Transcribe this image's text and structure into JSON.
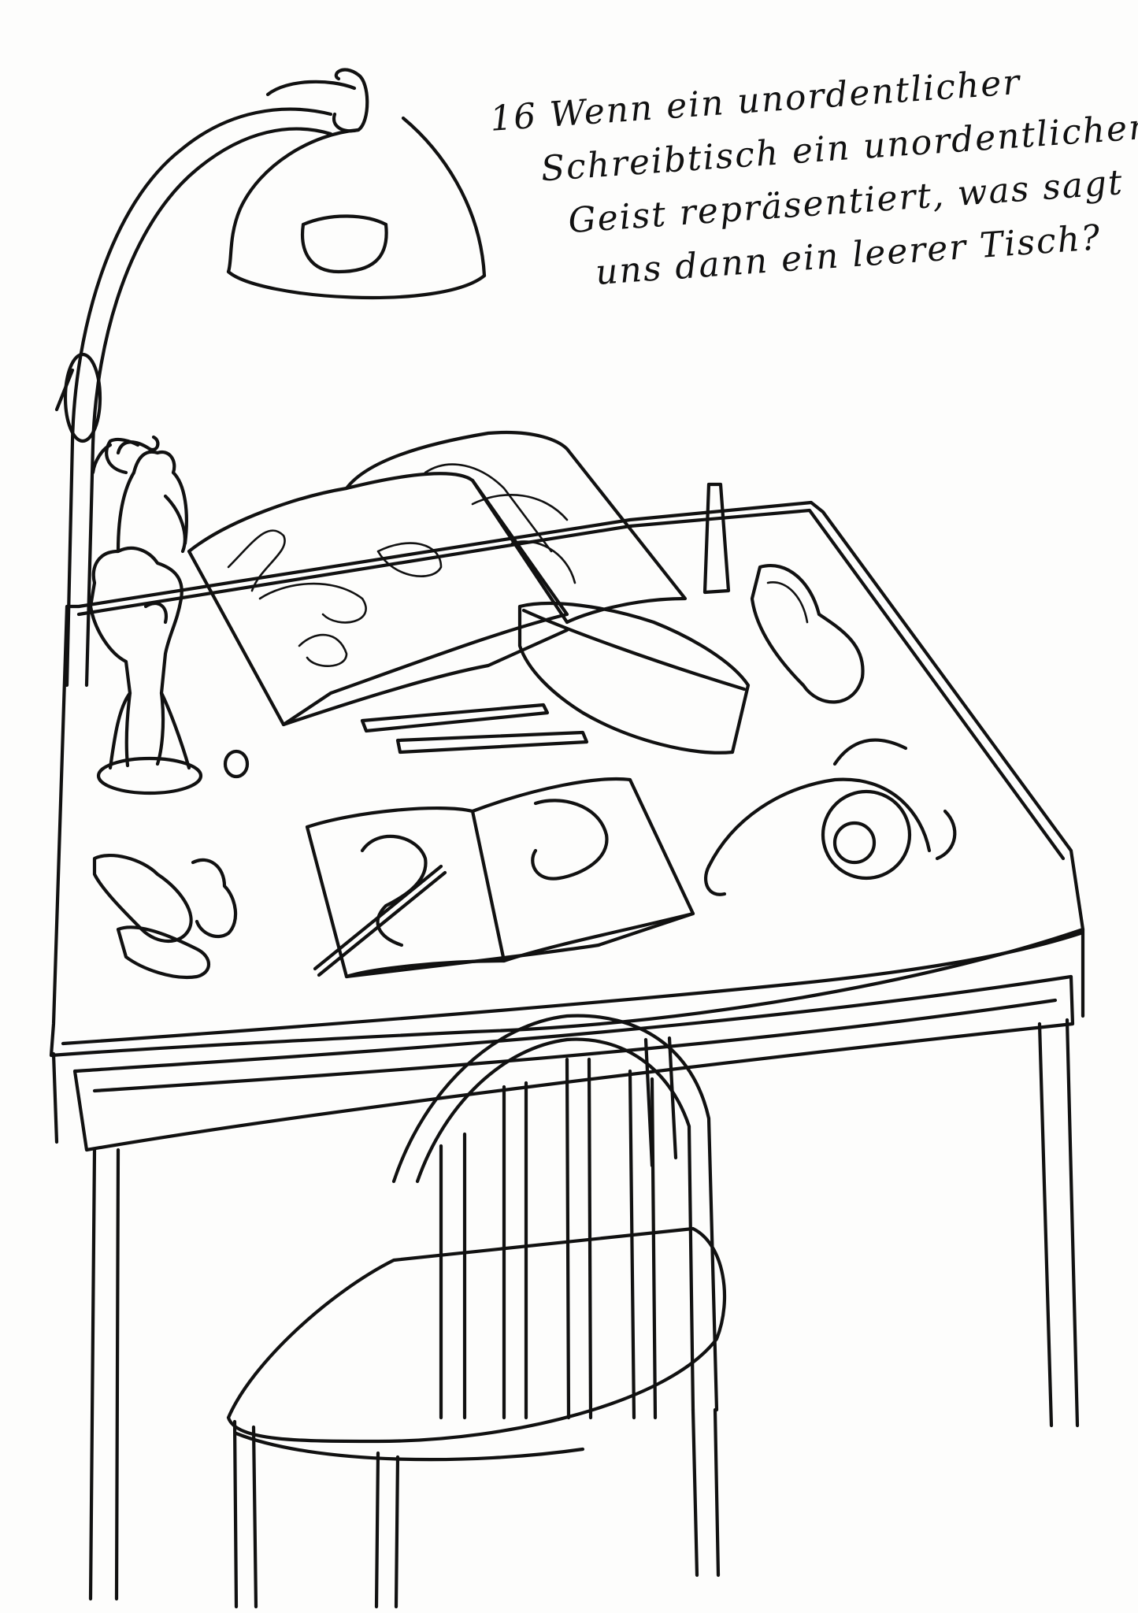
{
  "caption": {
    "number": "16",
    "lines": [
      "Wenn ein unordentlicher",
      "Schreibtisch ein unordentlicher",
      "Geist repräsentiert, was sagt",
      "uns dann ein leerer Tisch?"
    ]
  },
  "colors": {
    "ink": "#111111",
    "paper": "#fdfdfc"
  },
  "icons": [
    "desk-lamp-icon",
    "figurine-icon",
    "open-book-icon",
    "sketchbook-icon",
    "headphones-icon",
    "sock-icon",
    "chair-icon"
  ]
}
